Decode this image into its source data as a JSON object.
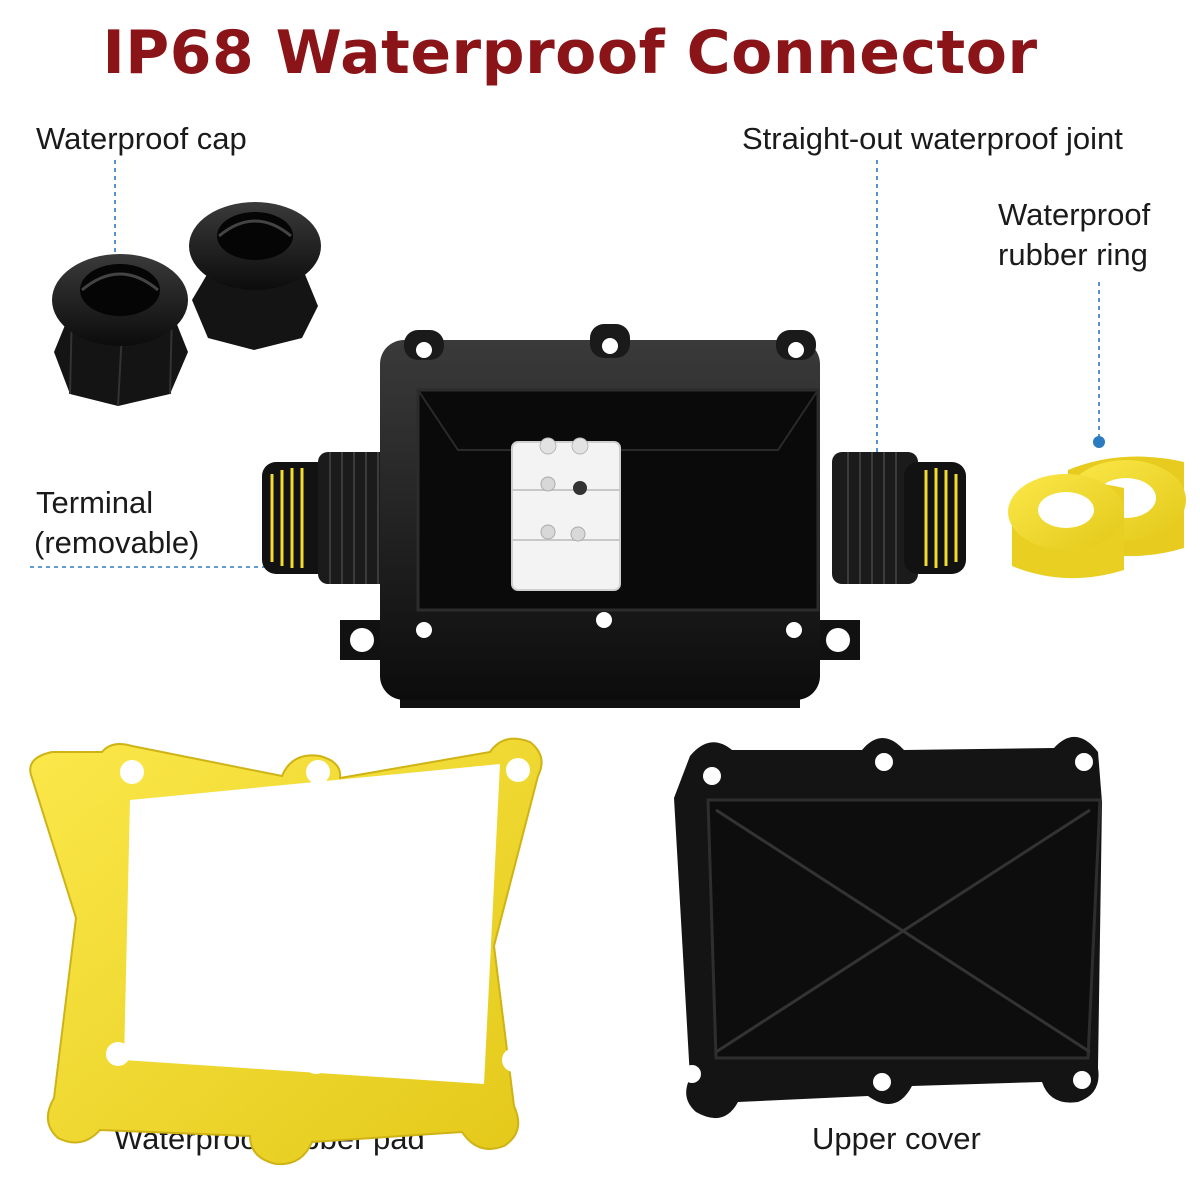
{
  "title": "IP68 Waterproof Connector",
  "labels": {
    "waterproof_cap": "Waterproof cap",
    "straight_joint": "Straight-out waterproof joint",
    "rubber_ring_line1": "Waterproof",
    "rubber_ring_line2": "rubber ring",
    "terminal_line1": "Terminal",
    "terminal_line2": "(removable)",
    "rubber_pad": "Waterproof rubber pad",
    "upper_cover": "Upper cover"
  },
  "colors": {
    "title": "#8a1418",
    "callout": "#2a7bc0",
    "rubber": "#f2dc2e",
    "plastic": "#151515",
    "terminal": "#f4f4f4"
  }
}
